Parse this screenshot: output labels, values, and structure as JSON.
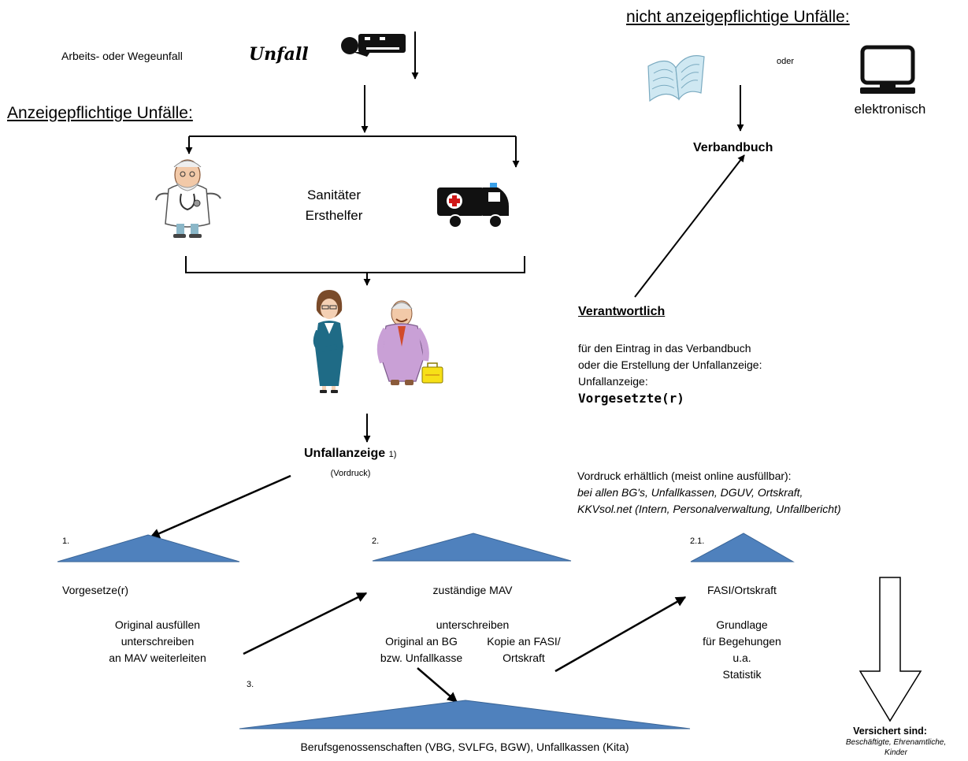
{
  "header": {
    "not_reportable_title": "nicht anzeigepflichtige Unfälle:",
    "reportable_title": "Anzeigepflichtige Unfälle:"
  },
  "top": {
    "accident_type": "Arbeits- oder Wegeunfall",
    "accident_word": "Unfall"
  },
  "helpers": {
    "line1": "Sanitäter",
    "line2": "Ersthelfer"
  },
  "logbook": {
    "or_label": "oder",
    "electronic_label": "elektronisch",
    "title": "Verbandbuch"
  },
  "responsible": {
    "title": "Verantwortlich",
    "line1": "für den Eintrag in das Verbandbuch",
    "line2": "oder die Erstellung der Unfallanzeige:",
    "line3": "Unfallanzeige:",
    "role": "Vorgesetzte(r)"
  },
  "report": {
    "title": "Unfallanzeige",
    "footnote": "1)",
    "form_note": "(Vordruck)"
  },
  "availability": {
    "line1": "Vordruck erhältlich (meist online ausfüllbar):",
    "line2": "bei allen BG's, Unfallkassen, DGUV, Ortskraft,",
    "line3": "KKVsol.net (Intern, Personalverwaltung, Unfallbericht)"
  },
  "stages": {
    "s1": {
      "number": "1.",
      "title": "Vorgesetze(r)",
      "lines": [
        "Original ausfüllen",
        "unterschreiben",
        "an MAV weiterleiten"
      ]
    },
    "s2": {
      "number": "2.",
      "title": "zuständige MAV",
      "line1": "unterschreiben",
      "left": [
        "Original an BG",
        "bzw. Unfallkasse"
      ],
      "right": [
        "Kopie an FASI/",
        "Ortskraft"
      ]
    },
    "s21": {
      "number": "2.1.",
      "title": "FASI/Ortskraft",
      "lines": [
        "Grundlage",
        "für Begehungen",
        "u.a.",
        "Statistik"
      ]
    },
    "s3": {
      "number": "3.",
      "title": "Berufsgenossenschaften (VBG, SVLFG, BGW), Unfallkassen (Kita)"
    }
  },
  "insured": {
    "title": "Versichert sind:",
    "line1": "Beschäftigte, Ehrenamtliche,",
    "line2": "Kinder"
  },
  "colors": {
    "triangle_fill": "#4f81bd",
    "triangle_stroke": "#3a6597",
    "line": "#000000"
  },
  "icons": [
    "injured-person-icon",
    "doctor-icon",
    "ambulance-icon",
    "businesswoman-icon",
    "worker-with-first-aid-kit-icon",
    "open-book-icon",
    "computer-icon"
  ]
}
